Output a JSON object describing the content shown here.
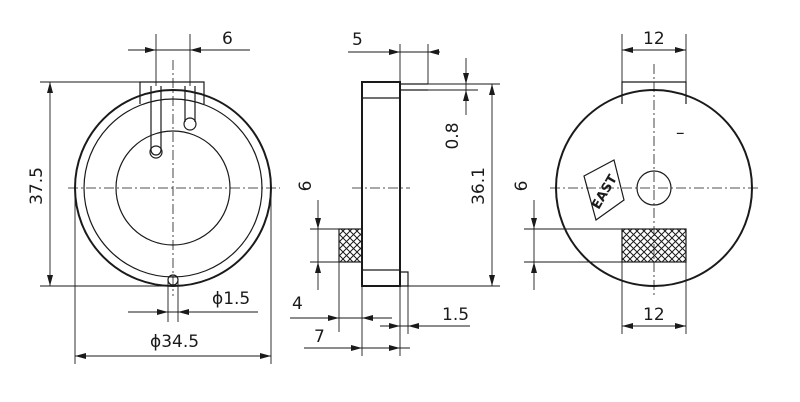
{
  "front_view": {
    "dim_pin_pitch": "6",
    "dim_height": "37.5",
    "dim_pin_hole": "ϕ1.5",
    "dim_diameter": "ϕ34.5"
  },
  "side_view": {
    "dim_top_tab": "5",
    "dim_pin_dia": "0.8",
    "dim_body_height": "36.1",
    "dim_pad_height": "6",
    "dim_pad_offset": "4",
    "dim_body_depth": "7",
    "dim_foot": "1.5"
  },
  "rear_view": {
    "dim_tab_width": "12",
    "polarity_mark": "–",
    "brand_label": "EAST",
    "dim_pad_height": "6",
    "dim_pad_width": "12"
  }
}
